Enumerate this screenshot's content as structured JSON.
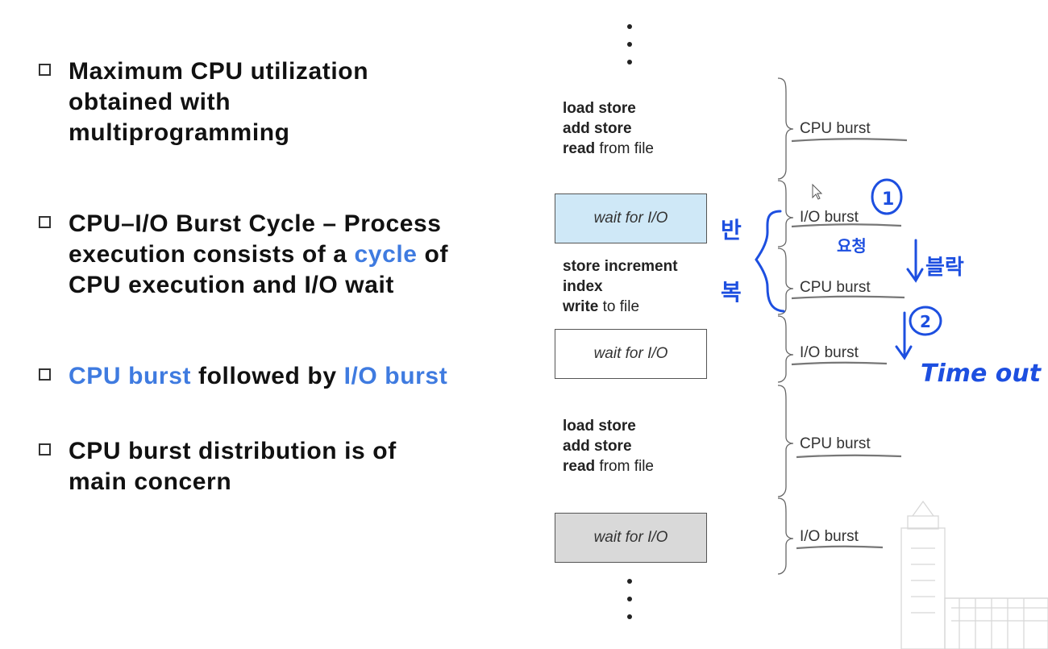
{
  "bullets": [
    {
      "text": "Maximum CPU utilization obtained with multiprogramming"
    },
    {
      "parts": [
        "CPU–I/O Burst Cycle – Process execution consists of a ",
        "cycle",
        " of CPU execution and I/O wait"
      ]
    },
    {
      "parts": [
        "CPU burst",
        " followed by ",
        "I/O burst"
      ]
    },
    {
      "text": "CPU burst distribution is of main concern"
    }
  ],
  "diagram": {
    "blocks": [
      {
        "lines": [
          [
            "load store",
            ""
          ],
          [
            "add store",
            ""
          ],
          [
            "read",
            " from file"
          ]
        ]
      },
      {
        "wait": "wait for I/O",
        "fill": "#cfe8f7"
      },
      {
        "lines": [
          [
            "store increment",
            ""
          ],
          [
            "index",
            ""
          ],
          [
            "write",
            " to file"
          ]
        ]
      },
      {
        "wait": "wait for I/O",
        "fill": "#ffffff"
      },
      {
        "lines": [
          [
            "load store",
            ""
          ],
          [
            "add store",
            ""
          ],
          [
            "read",
            " from file"
          ]
        ]
      },
      {
        "wait": "wait for I/O",
        "fill": "#d9d9d9"
      }
    ],
    "bursts": [
      "CPU burst",
      "I/O burst",
      "CPU burst",
      "I/O burst",
      "CPU burst",
      "I/O burst"
    ]
  },
  "annotations": {
    "repeat_top": "반",
    "repeat_bottom": "복",
    "request": "요청",
    "block": "블락",
    "circle_one": "1",
    "circle_two": "2",
    "timeout": "Time out"
  },
  "colors": {
    "highlight": "#3f7be0",
    "pen": "#1d4fe0",
    "wait_blue": "#cfe8f7",
    "wait_gray": "#d9d9d9"
  }
}
